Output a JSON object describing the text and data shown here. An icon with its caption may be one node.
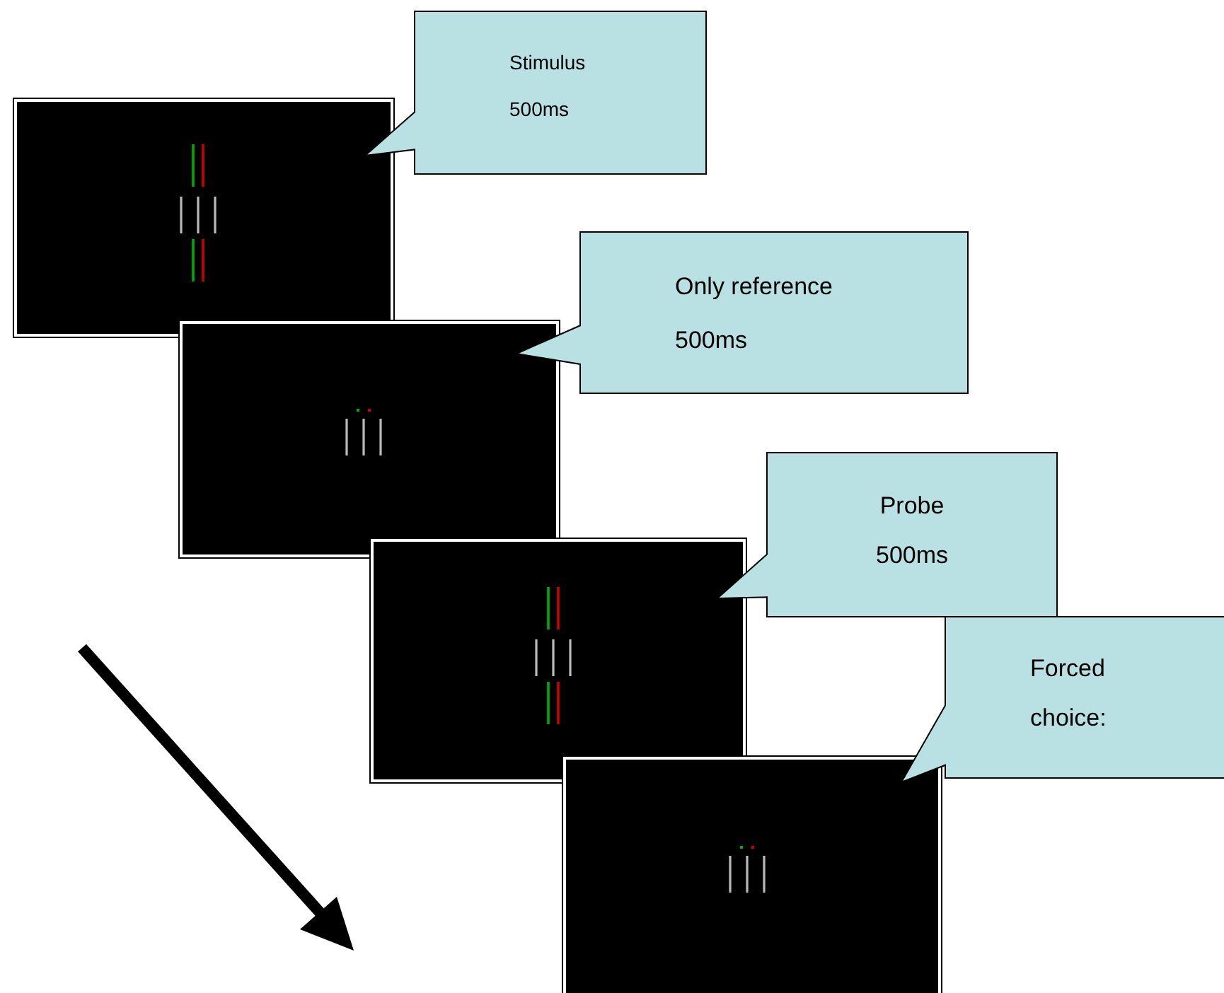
{
  "diagram": {
    "nodes": [
      {
        "text": [],
        "shape": "box"
      },
      {
        "text": [],
        "shape": "box"
      },
      {
        "text": [],
        "shape": "box"
      },
      {
        "text": [],
        "shape": "box"
      },
      {
        "text": [
          "Stimulus",
          "500ms"
        ]
      },
      {
        "text": [
          "Only reference",
          "500ms"
        ]
      },
      {
        "text": [
          "Probe",
          "500ms"
        ]
      },
      {
        "text": [
          "Forced choice:"
        ]
      }
    ]
  }
}
